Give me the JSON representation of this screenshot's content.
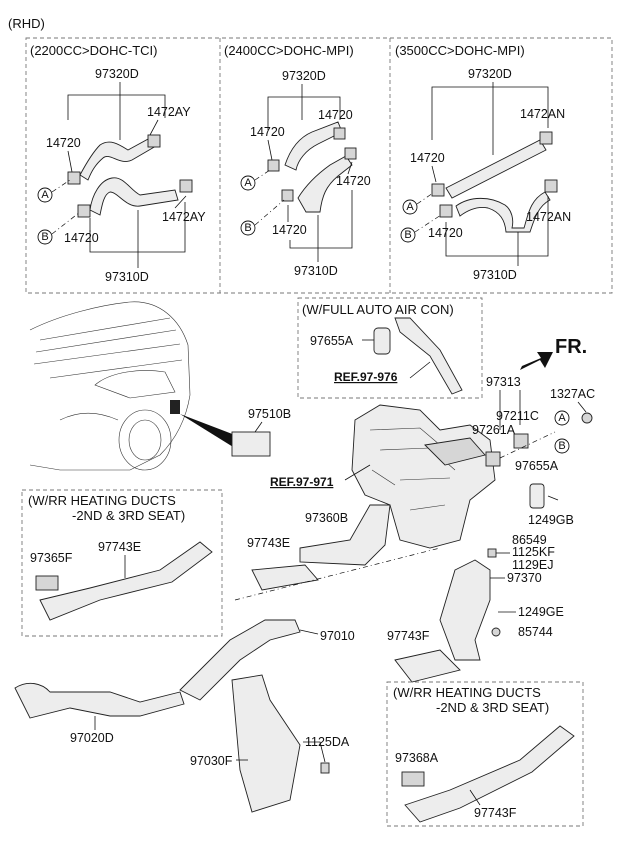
{
  "variant": "(RHD)",
  "engine_boxes": [
    {
      "title": "(2200CC>DOHC-TCI)",
      "labels": [
        "97320D",
        "1472AY",
        "14720",
        "14720",
        "1472AY",
        "97310D"
      ],
      "markers": [
        "A",
        "B"
      ]
    },
    {
      "title": "(2400CC>DOHC-MPI)",
      "labels": [
        "97320D",
        "14720",
        "14720",
        "14720",
        "14720",
        "97310D"
      ],
      "markers": [
        "A",
        "B"
      ]
    },
    {
      "title": "(3500CC>DOHC-MPI)",
      "labels": [
        "97320D",
        "1472AN",
        "14720",
        "14720",
        "1472AN",
        "97310D"
      ],
      "markers": [
        "A",
        "B"
      ]
    }
  ],
  "auto_aircon": {
    "title": "(W/FULL AUTO AIR CON)",
    "part": "97655A",
    "ref": "REF.97-976"
  },
  "fr_label": "FR.",
  "main_labels": {
    "p97510B": "97510B",
    "ref_97971": "REF.97-971",
    "p97313": "97313",
    "p1327AC": "1327AC",
    "p97211C": "97211C",
    "p97261A": "97261A",
    "p97655A": "97655A",
    "p1249GB": "1249GB",
    "p97360B": "97360B",
    "p97743E_mid": "97743E",
    "p86549": "86549",
    "p1125KF": "1125KF",
    "p1129EJ": "1129EJ",
    "p97370": "97370",
    "p1249GE": "1249GE",
    "p85744": "85744",
    "p97743F_mid": "97743F",
    "p97010": "97010",
    "p97020D": "97020D",
    "p1125DA": "1125DA",
    "p97030F": "97030F",
    "marker_a": "A",
    "marker_b": "B"
  },
  "rr_box_left": {
    "title_line1": "(W/RR HEATING DUCTS",
    "title_line2": "-2ND & 3RD SEAT)",
    "p1": "97365F",
    "p2": "97743E"
  },
  "rr_box_right": {
    "title_line1": "(W/RR HEATING DUCTS",
    "title_line2": "-2ND & 3RD SEAT)",
    "p1": "97368A",
    "p2": "97743F"
  }
}
